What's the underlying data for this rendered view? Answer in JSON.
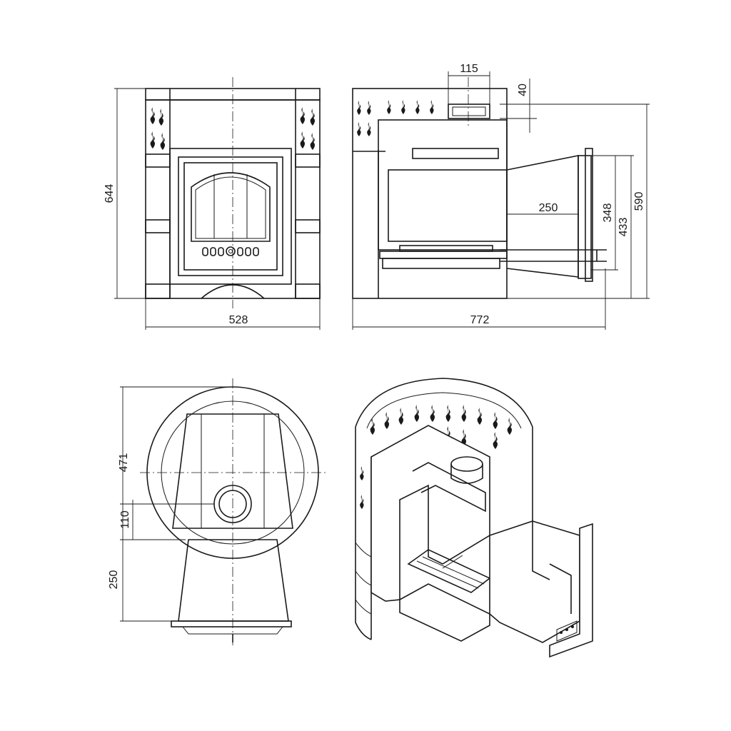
{
  "drawing": {
    "front_view": {
      "width_label": "528",
      "height_label": "644"
    },
    "side_view": {
      "length_label": "772",
      "pipe_diameter_label": "115",
      "pipe_height_label": "40",
      "tunnel_label": "250",
      "opening_height_label": "348",
      "flange_height_label": "433",
      "overall_height_label": "590"
    },
    "top_view": {
      "body_depth_label": "471",
      "offset_label": "110",
      "tunnel_length_label": "250"
    }
  }
}
